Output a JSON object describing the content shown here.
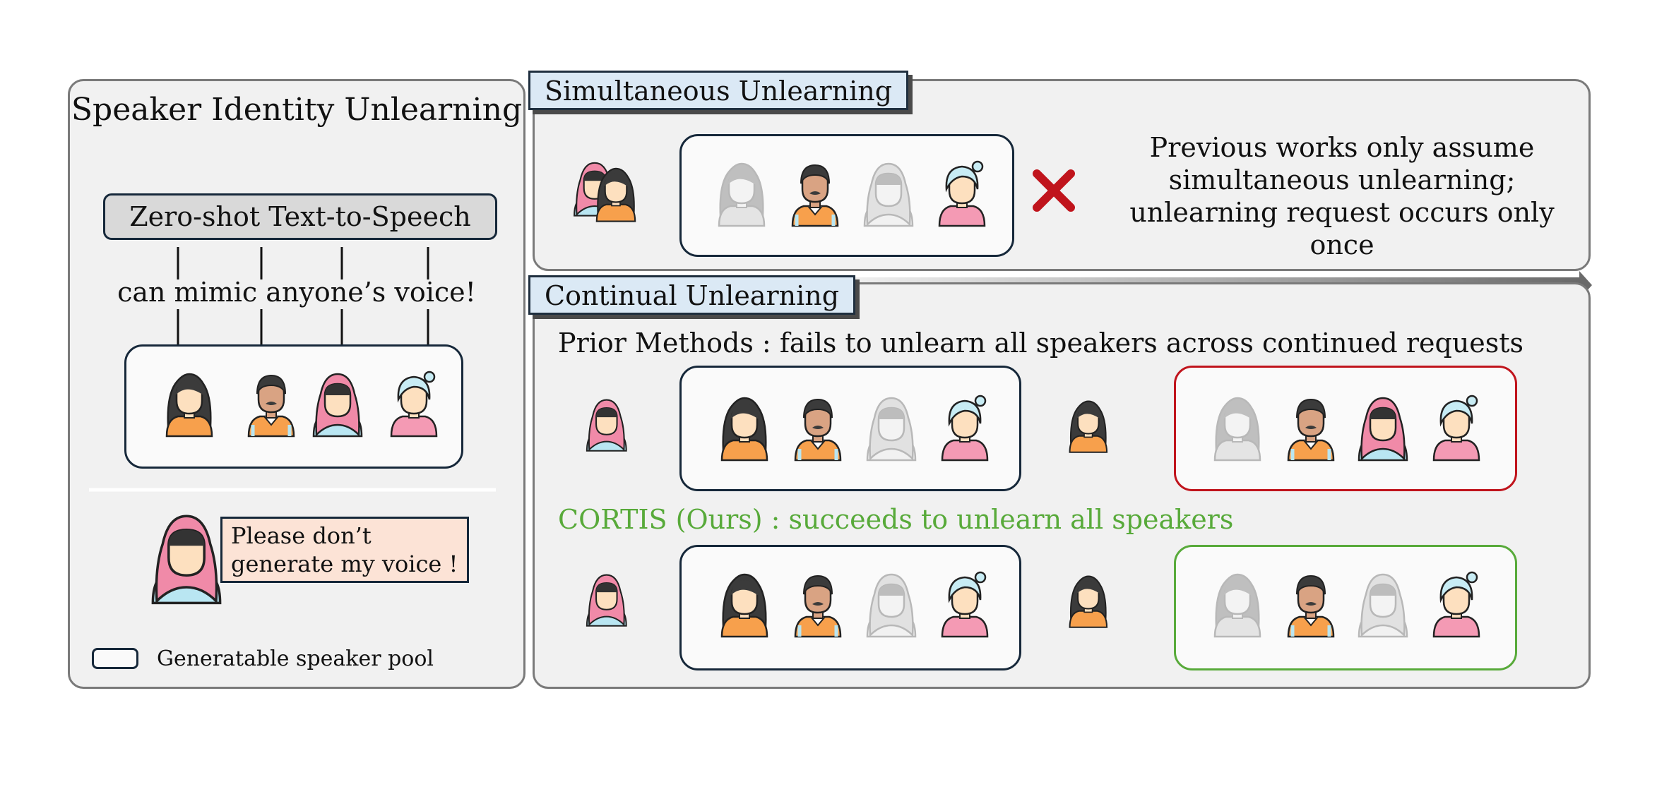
{
  "left_panel": {
    "title": "Speaker Identity Unlearning",
    "tts_label": "Zero-shot Text-to-Speech",
    "mimic_text": "can mimic anyone’s voice!",
    "request_bubble": "Please don’t generate my voice !",
    "legend_label": "Generatable speaker pool"
  },
  "simultaneous": {
    "label": "Simultaneous Unlearning",
    "note_line1": "Previous works only assume",
    "note_line2": "simultaneous unlearning;",
    "note_line3": "unlearning request occurs only once"
  },
  "continual": {
    "label": "Continual Unlearning",
    "prior_caption": "Prior Methods : fails to unlearn all speakers across continued requests",
    "ours_caption": "CORTIS (Ours) : succeeds to unlearn all speakers"
  },
  "colors": {
    "label_bg": "#dbe9f5",
    "request_bg": "#fce3d6",
    "fail_border": "#c0141c",
    "success": "#58aa3a",
    "panel_bg": "#f1f1f1"
  }
}
